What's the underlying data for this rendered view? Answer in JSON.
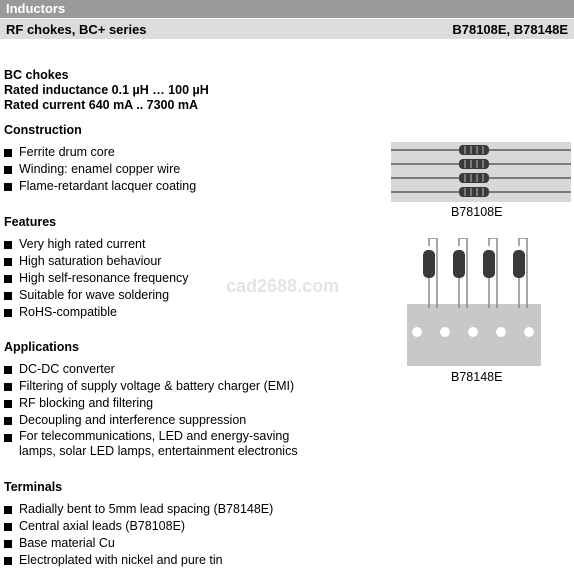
{
  "header": {
    "category": "Inductors",
    "series": "RF chokes, BC+ series",
    "part_numbers": "B78108E, B78148E"
  },
  "intro": {
    "line1": "BC chokes",
    "line2": "Rated inductance 0.1 µH … 100 µH",
    "line3": "Rated current 640 mA .. 7300 mA"
  },
  "construction": {
    "title": "Construction",
    "items": [
      "Ferrite drum core",
      "Winding: enamel copper wire",
      "Flame-retardant lacquer coating"
    ]
  },
  "features": {
    "title": "Features",
    "items": [
      "Very high rated current",
      "High saturation behaviour",
      "High self-resonance frequency",
      "Suitable for wave soldering",
      "RoHS-compatible"
    ]
  },
  "applications": {
    "title": "Applications",
    "items": [
      "DC-DC converter",
      "Filtering of supply voltage &  battery charger (EMI)",
      "RF blocking and filtering",
      "Decoupling and interference suppression",
      "For telecommunications, LED and energy-saving\nlamps, solar LED lamps, entertainment electronics"
    ]
  },
  "terminals": {
    "title": "Terminals",
    "items": [
      "Radially bent to 5mm lead spacing (B78148E)",
      "Central axial leads (B78108E)",
      "Base material Cu",
      "Electroplated with nickel and pure tin"
    ]
  },
  "figures": {
    "axial_caption": "B78108E",
    "radial_caption": "B78148E"
  },
  "watermark": "cad2688.com"
}
